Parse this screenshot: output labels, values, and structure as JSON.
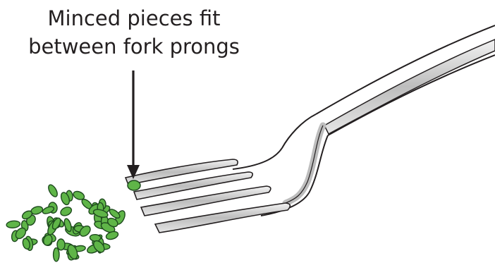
{
  "caption": {
    "line1": "Minced pieces fit",
    "line2": "between fork prongs"
  },
  "colors": {
    "text": "#231f20",
    "outline": "#231f20",
    "fork_metal": "#c9c9c9",
    "herb_fill": "#5fb548",
    "herb_outline": "#1e4a1e"
  },
  "icons": [
    "fork-illustration",
    "arrow-down",
    "minced-herb-pieces"
  ]
}
